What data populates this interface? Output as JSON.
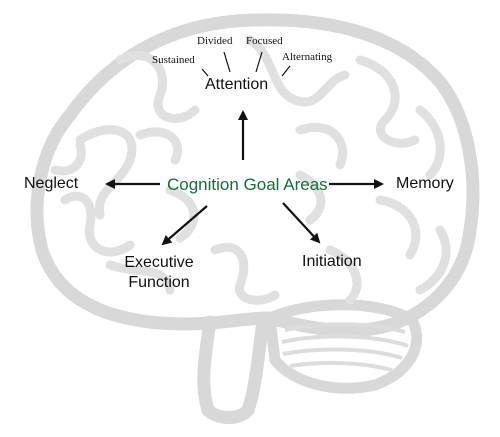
{
  "colors": {
    "brain_outline": "#d6d6d6",
    "center_text": "#1a6b3c",
    "arrow": "#111111"
  },
  "center": {
    "label": "Cognition Goal Areas"
  },
  "attention": {
    "label": "Attention",
    "subtypes": [
      "Sustained",
      "Divided",
      "Focused",
      "Alternating"
    ]
  },
  "areas": {
    "neglect": "Neglect",
    "memory": "Memory",
    "executive_line1": "Executive",
    "executive_line2": "Function",
    "initiation": "Initiation"
  }
}
